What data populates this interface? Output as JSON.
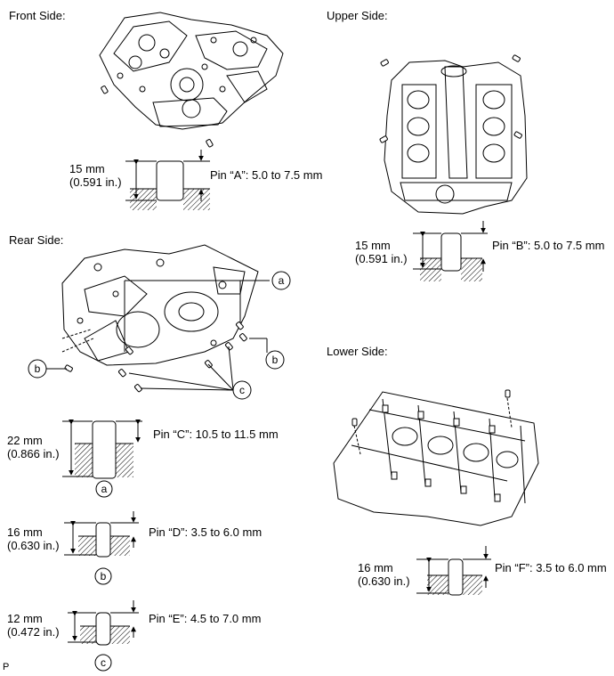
{
  "sections": {
    "front": {
      "title": "Front Side:"
    },
    "upper": {
      "title": "Upper Side:"
    },
    "rear": {
      "title": "Rear Side:"
    },
    "lower": {
      "title": "Lower Side:"
    }
  },
  "pins": {
    "A": {
      "depth_mm": "15 mm",
      "depth_in": "(0.591 in.)",
      "spec": "Pin “A”: 5.0 to 7.5 mm"
    },
    "B": {
      "depth_mm": "15 mm",
      "depth_in": "(0.591 in.)",
      "spec": "Pin “B”: 5.0 to 7.5 mm"
    },
    "C": {
      "depth_mm": "22 mm",
      "depth_in": "(0.866 in.)",
      "spec": "Pin “C”: 10.5 to 11.5 mm",
      "callout": "a"
    },
    "D": {
      "depth_mm": "16 mm",
      "depth_in": "(0.630 in.)",
      "spec": "Pin “D”: 3.5 to 6.0 mm",
      "callout": "b"
    },
    "E": {
      "depth_mm": "12 mm",
      "depth_in": "(0.472 in.)",
      "spec": "Pin “E”: 4.5 to 7.0 mm",
      "callout": "c"
    },
    "F": {
      "depth_mm": "16 mm",
      "depth_in": "(0.630 in.)",
      "spec": "Pin “F”: 3.5 to 6.0 mm"
    }
  },
  "rear_callouts": {
    "a": "a",
    "b_left": "b",
    "b_right": "b",
    "c": "c"
  },
  "footer": {
    "code": "P"
  }
}
